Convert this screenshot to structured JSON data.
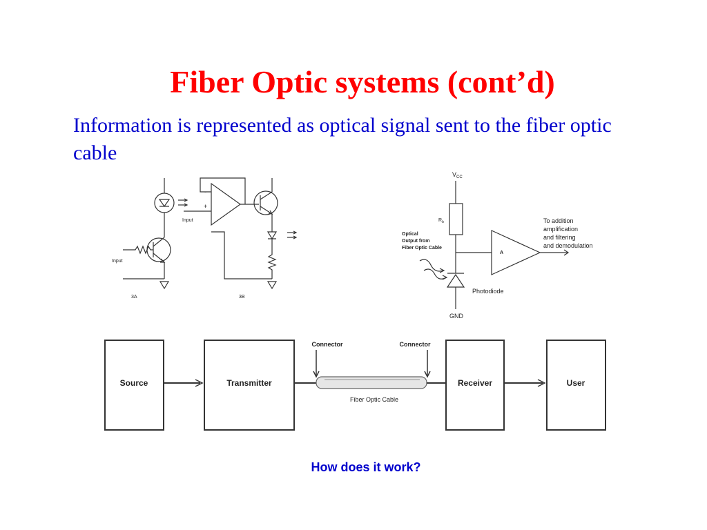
{
  "slide": {
    "title": "Fiber Optic systems (cont’d)",
    "subtitle": "Information is represented as optical signal sent to the fiber optic cable",
    "caption": "How does it work?"
  },
  "circuit_left": {
    "input_3a": "Input",
    "input_3b": "Input",
    "label_3a": "3A",
    "label_3b": "3B",
    "opamp_minus": "-",
    "opamp_plus": "+"
  },
  "circuit_right": {
    "vcc": "V",
    "vcc_sub": "CC",
    "rb": "R",
    "rb_sub": "b",
    "optical_lines": [
      "Optical",
      "Output from",
      "Fiber Optic Cable"
    ],
    "amp": "A",
    "output_lines": [
      "To addition",
      "amplification",
      "and filtering",
      "and demodulation"
    ],
    "photodiode": "Photodiode",
    "gnd": "GND"
  },
  "block_diagram": {
    "blocks": [
      "Source",
      "Transmitter",
      "Receiver",
      "User"
    ],
    "connector_left": "Connector",
    "connector_right": "Connector",
    "cable": "Fiber Optic Cable"
  },
  "colors": {
    "title": "#ff0000",
    "subtitle": "#0000cc",
    "caption": "#0000cc",
    "lines": "#333333"
  }
}
